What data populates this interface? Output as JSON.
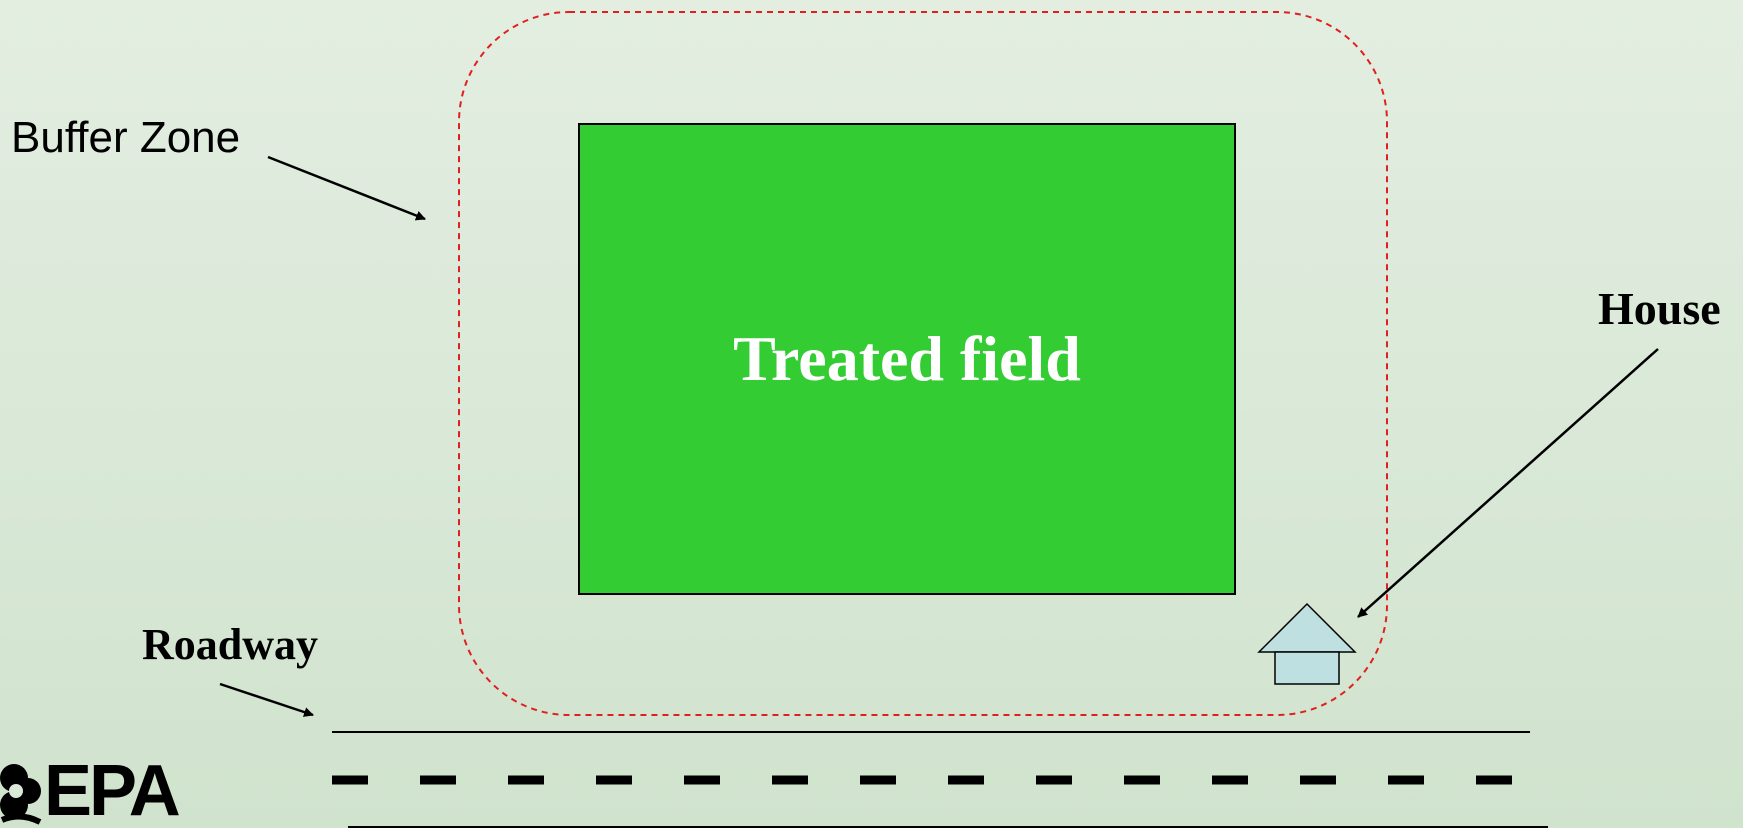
{
  "labels": {
    "buffer_zone": "Buffer Zone",
    "treated_field": "Treated field",
    "house": "House",
    "roadway": "Roadway"
  },
  "logo": {
    "text": "EPA"
  },
  "colors": {
    "background": "#dbe9d9",
    "treated_field_fill": "#33cc33",
    "buffer_zone_outline": "#e02020",
    "house_fill": "#bfe0e0",
    "line_color": "#000000"
  },
  "icons": {
    "house": "house-icon",
    "logo": "epa-flower-icon"
  }
}
